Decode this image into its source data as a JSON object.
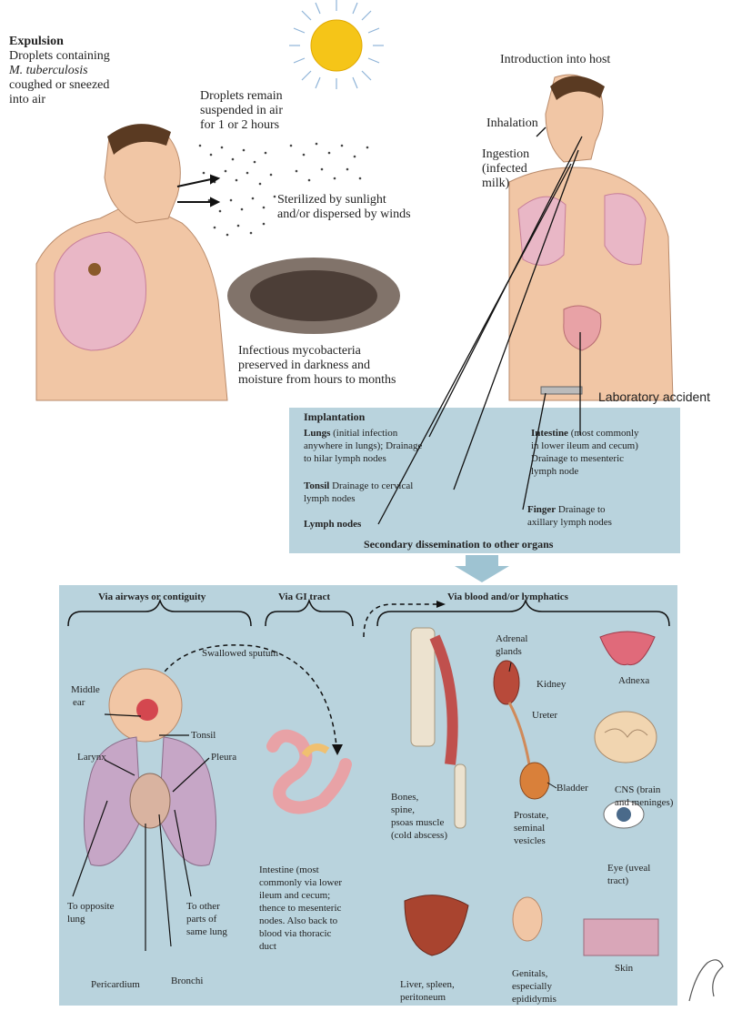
{
  "expulsion": {
    "title": "Expulsion",
    "line1": "Droplets containing",
    "organism": "M. tuberculosis",
    "line3": "coughed or sneezed",
    "line4": "into air"
  },
  "droplets_note": [
    "Droplets remain",
    "suspended in air",
    "for 1 or 2 hours"
  ],
  "sterilized_note": [
    "Sterilized by sunlight",
    "and/or dispersed by winds"
  ],
  "preserved_note": [
    "Infectious mycobacteria",
    "preserved in darkness and",
    "moisture from hours to months"
  ],
  "host": {
    "title": "Introduction into host",
    "inhalation": "Inhalation",
    "ingestion": [
      "Ingestion",
      "(infected",
      "milk)"
    ],
    "lab_accident": "Laboratory accident"
  },
  "implantation": {
    "title": "Implantation",
    "lungs_bold": "Lungs",
    "lungs_text": [
      "(initial infection",
      "anywhere in lungs); Drainage",
      "to hilar lymph nodes"
    ],
    "tonsil_bold": "Tonsil",
    "tonsil_text": [
      "Drainage to cervical",
      "lymph nodes"
    ],
    "lymph_nodes": "Lymph nodes",
    "intestine_bold": "Intestine",
    "intestine_text": [
      "(most commonly",
      "in lower ileum and cecum)",
      "Drainage to mesenteric",
      "lymph node"
    ],
    "finger_bold": "Finger",
    "finger_text": [
      "Drainage to",
      "axillary lymph nodes"
    ]
  },
  "secondary_title": "Secondary dissemination to other organs",
  "routes": {
    "airways": "Via airways or contiguity",
    "gi": "Via GI tract",
    "blood": "Via blood and/or lymphatics"
  },
  "airways_labels": {
    "swallowed": "Swallowed sputum",
    "middle_ear": [
      "Middle",
      "ear"
    ],
    "tonsil": "Tonsil",
    "larynx": "Larynx",
    "pleura": "Pleura",
    "opposite_lung": [
      "To opposite",
      "lung"
    ],
    "other_parts": [
      "To other",
      "parts of",
      "same lung"
    ],
    "pericardium": "Pericardium",
    "bronchi": "Bronchi"
  },
  "gi_label": [
    "Intestine (most",
    "commonly via lower",
    "ileum and cecum;",
    "thence to mesenteric",
    "nodes. Also back to",
    "blood via thoracic",
    "duct"
  ],
  "blood_labels": {
    "bones": [
      "Bones,",
      "spine,",
      "psoas muscle",
      "(cold abscess)"
    ],
    "adrenal": [
      "Adrenal",
      "glands"
    ],
    "kidney": "Kidney",
    "ureter": "Ureter",
    "bladder": "Bladder",
    "prostate": [
      "Prostate,",
      "seminal",
      "vesicles"
    ],
    "adnexa": "Adnexa",
    "cns": [
      "CNS (brain",
      "and meninges)"
    ],
    "eye": [
      "Eye (uveal",
      "tract)"
    ],
    "skin": "Skin",
    "liver": [
      "Liver, spleen,",
      "peritoneum"
    ],
    "genitals": [
      "Genitals,",
      "especially",
      "epididymis"
    ]
  },
  "colors": {
    "panel": "#b9d3dd",
    "lung": "#e9b7c6",
    "skin": "#f1c6a5",
    "sun": "#f5c518"
  }
}
